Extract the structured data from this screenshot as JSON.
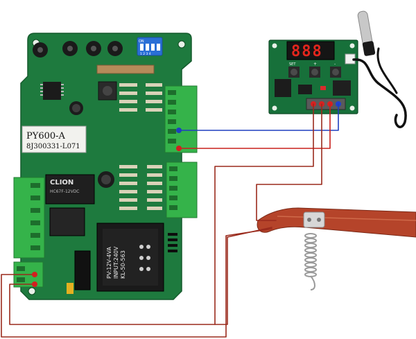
{
  "main_board": {
    "model_label": "PY600-A",
    "serial_label": "8J300331-L071",
    "relay_brand": "CLION",
    "relay_code": "HC67F-12VDC",
    "dip_switch_label": "ON",
    "dip_switch_numbers": "1 2 3 4",
    "transformer_lines": [
      "PV:12V-4VA",
      "INPUT:240V",
      "KL-50-563"
    ]
  },
  "thermostat": {
    "display_value": "888",
    "buttons": [
      "SET",
      "+",
      "-"
    ]
  },
  "wires": {
    "signal_color": "#1f3fbf",
    "power_color": "#c8201c",
    "line_color": "#9a2a1c"
  },
  "colors": {
    "pcb_green": "#1e7a3e",
    "terminal_green": "#35b34a",
    "heater_red": "#b5442a"
  }
}
